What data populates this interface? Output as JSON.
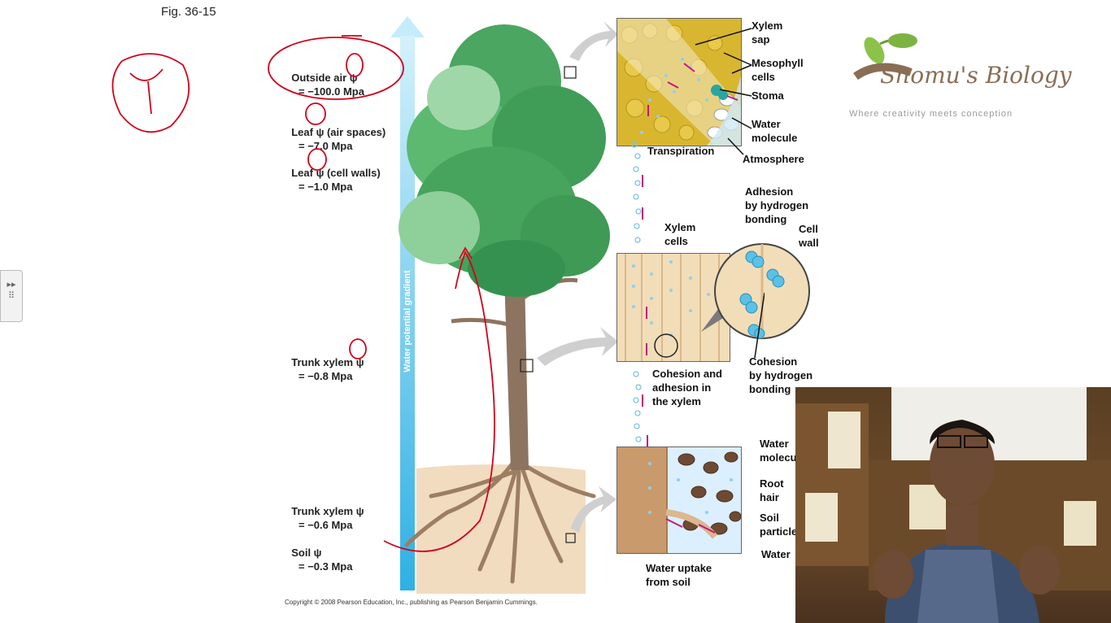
{
  "figure": {
    "label": "Fig. 36-15",
    "copyright": "Copyright © 2008 Pearson Education, Inc., publishing as Pearson Benjamin Cummings."
  },
  "gradient": {
    "label": "Water potential gradient"
  },
  "potentials": [
    {
      "name": "Outside air ψ",
      "value": "= −100.0 Mpa"
    },
    {
      "name": "Leaf ψ (air spaces)",
      "value": "= −7.0 Mpa"
    },
    {
      "name": "Leaf ψ (cell walls)",
      "value": "= −1.0 Mpa"
    },
    {
      "name": "Trunk xylem ψ",
      "value": "= −0.8 Mpa"
    },
    {
      "name": "Trunk xylem ψ",
      "value": "= −0.6 Mpa"
    },
    {
      "name": "Soil ψ",
      "value": "= −0.3 Mpa"
    }
  ],
  "labels": {
    "xylem_sap": "Xylem\nsap",
    "mesophyll": "Mesophyll\ncells",
    "stoma": "Stoma",
    "water_molecule": "Water\nmolecule",
    "atmosphere": "Atmosphere",
    "transpiration": "Transpiration",
    "adhesion": "Adhesion\nby hydrogen\nbonding",
    "cell_wall": "Cell\nwall",
    "xylem_cells": "Xylem\ncells",
    "cohesion_bonding": "Cohesion\nby hydrogen\nbonding",
    "cohesion_adhesion": "Cohesion and\nadhesion in\nthe xylem",
    "water_molecule_2": "Water\nmolecu",
    "root_hair": "Root\nhair",
    "soil_particle": "Soil\nparticle",
    "water": "Water",
    "uptake": "Water uptake\nfrom soil"
  },
  "logo": {
    "brand": "Shomu's Biology",
    "tagline": "Where creativity meets conception"
  },
  "side_panel": {
    "arrows": "▸▸"
  },
  "colors": {
    "annotation": "#d0021b",
    "arrow": "#c2187a",
    "water": "#6cc4e4",
    "leaf": "#3fa35a",
    "gradient": "#2fb0e4"
  }
}
